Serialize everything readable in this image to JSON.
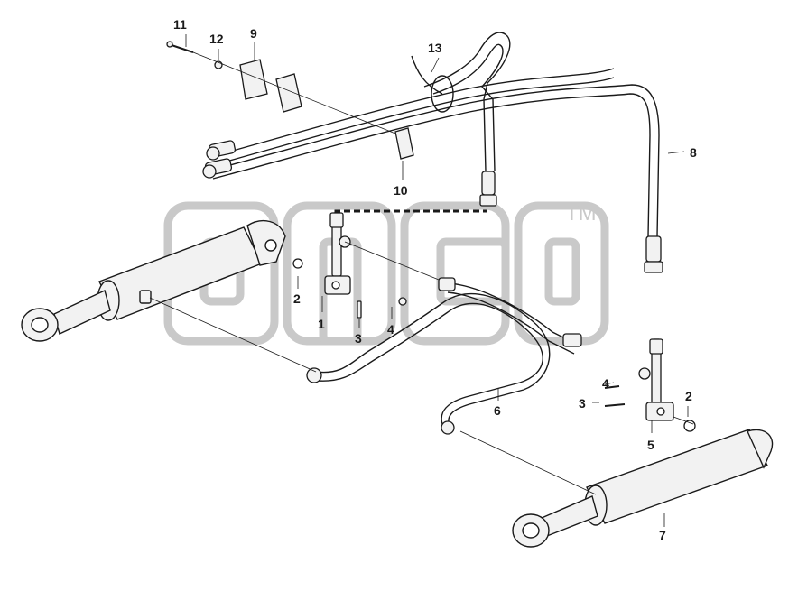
{
  "callouts": {
    "c1": "1",
    "c2a": "2",
    "c2b": "2",
    "c3a": "3",
    "c3b": "3",
    "c4a": "4",
    "c4b": "4",
    "c5": "5",
    "c6": "6",
    "c7": "7",
    "c8": "8",
    "c9": "9",
    "c10": "10",
    "c11": "11",
    "c12": "12",
    "c13": "13"
  },
  "watermark": {
    "trademark": "TM"
  },
  "colors": {
    "line": "#1a1a1a",
    "part_fill": "#f2f2f2",
    "watermark": "#c9c9c9"
  }
}
